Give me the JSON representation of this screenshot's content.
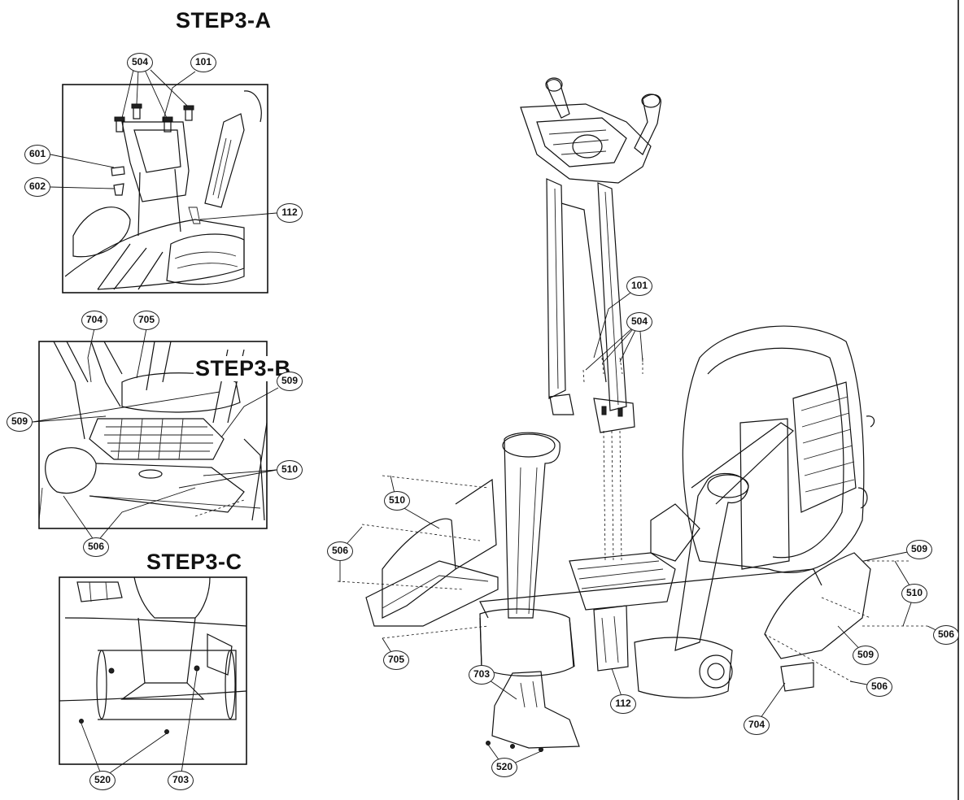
{
  "steps": {
    "a": {
      "title": "STEP3-A"
    },
    "b": {
      "title": "STEP3-B"
    },
    "c": {
      "title": "STEP3-C"
    }
  },
  "callouts": {
    "a_504": "504",
    "a_101": "101",
    "a_601": "601",
    "a_602": "602",
    "a_112": "112",
    "b_704": "704",
    "b_705": "705",
    "b_509_left": "509",
    "b_509_right": "509",
    "b_510": "510",
    "b_506": "506",
    "c_520": "520",
    "c_703": "703",
    "m_101": "101",
    "m_504": "504",
    "m_510_left": "510",
    "m_506_left": "506",
    "m_705": "705",
    "m_703": "703",
    "m_520": "520",
    "m_112": "112",
    "m_704": "704",
    "m_509_top": "509",
    "m_510_right": "510",
    "m_506_right": "506",
    "m_509_bottom": "509",
    "m_506_bottom": "506"
  }
}
